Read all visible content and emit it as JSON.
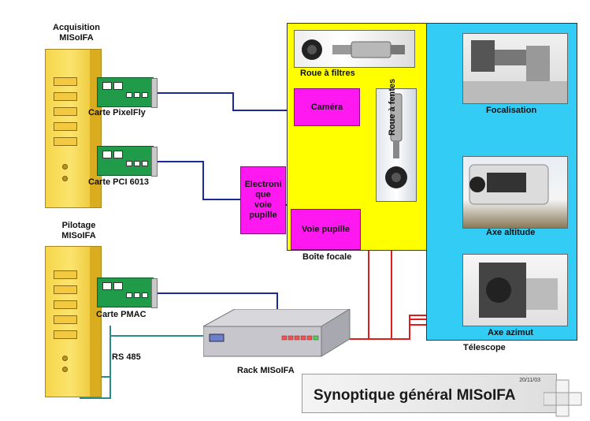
{
  "labels": {
    "acquisition": "Acquisition\nMISoIFA",
    "pilotage": "Pilotage\nMISoIFA",
    "carte_pixelfly": "Carte PixelFly",
    "carte_pci": "Carte PCI 6013",
    "carte_pmac": "Carte PMAC",
    "rs485": "RS 485",
    "rack": "Rack MISoIFA",
    "roue_filtres": "Roue à filtres",
    "roue_fentes": "Roue à fentes",
    "camera": "Caméra",
    "electronique": "Electroni\nque\nvoie\npupille",
    "voie_pupille": "Voie pupille",
    "boite_focale": "Boîte focale",
    "focalisation": "Focalisation",
    "axe_altitude": "Axe altitude",
    "axe_azimut": "Axe azimut",
    "telescope": "Télescope"
  },
  "title_box": {
    "date": "20/11/03",
    "title": "Synoptique général MISoIFA"
  },
  "colors": {
    "yellow_box": "#ffff00",
    "cyan_box": "#33ccf5",
    "magenta_box": "#ff18f0",
    "blue_wire": "#1a2a9a",
    "red_wire": "#e21b1b",
    "teal_wire": "#2a8c8c"
  }
}
